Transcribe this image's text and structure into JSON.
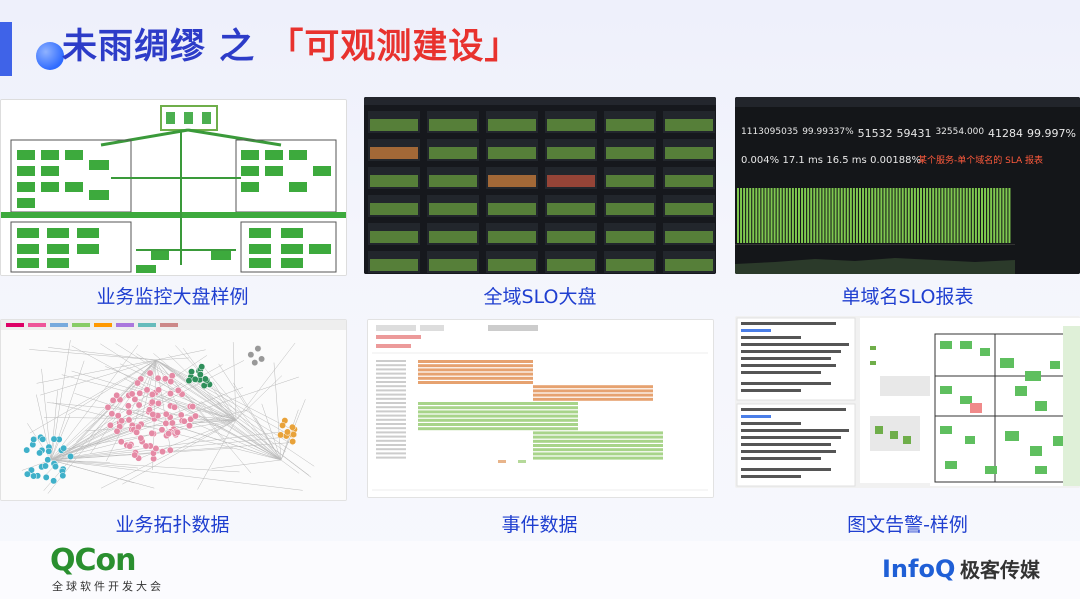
{
  "slide": {
    "title_main": "未雨绸缪 之",
    "title_highlight": "「可观测建设」"
  },
  "thumbnails": [
    {
      "caption": "业务监控大盘样例",
      "icon": "business-flow-diagram"
    },
    {
      "caption": "全域SLO大盘",
      "icon": "dark-slo-grid-dashboard"
    },
    {
      "caption": "单域名SLO报表",
      "icon": "dark-sla-report"
    },
    {
      "caption": "业务拓扑数据",
      "icon": "topology-graph"
    },
    {
      "caption": "事件数据",
      "icon": "event-gantt-chart"
    },
    {
      "caption": "图文告警-样例",
      "icon": "alert-messages"
    }
  ],
  "sla_report": {
    "stats_row1": [
      "1113095035",
      "99.99337%",
      "51532",
      "59431",
      "32554.000",
      "41284",
      "99.997%"
    ],
    "stats_row2": [
      "0.004%",
      "17.1 ms",
      "16.5 ms",
      "0.00188%"
    ],
    "annotation": "某个服务-单个域名的 SLA 报表"
  },
  "footer": {
    "qcon_logo": "QCon",
    "qcon_sub": "全球软件开发大会",
    "infoq_logo": "InfoQ",
    "infoq_cn": "极客传媒"
  },
  "colors": {
    "accent_blue": "#2d3cc8",
    "highlight_red": "#e8322e",
    "caption_blue": "#1f3fd0",
    "dashboard_green": "#6fae4a",
    "dark_bg": "#1b1e24"
  }
}
